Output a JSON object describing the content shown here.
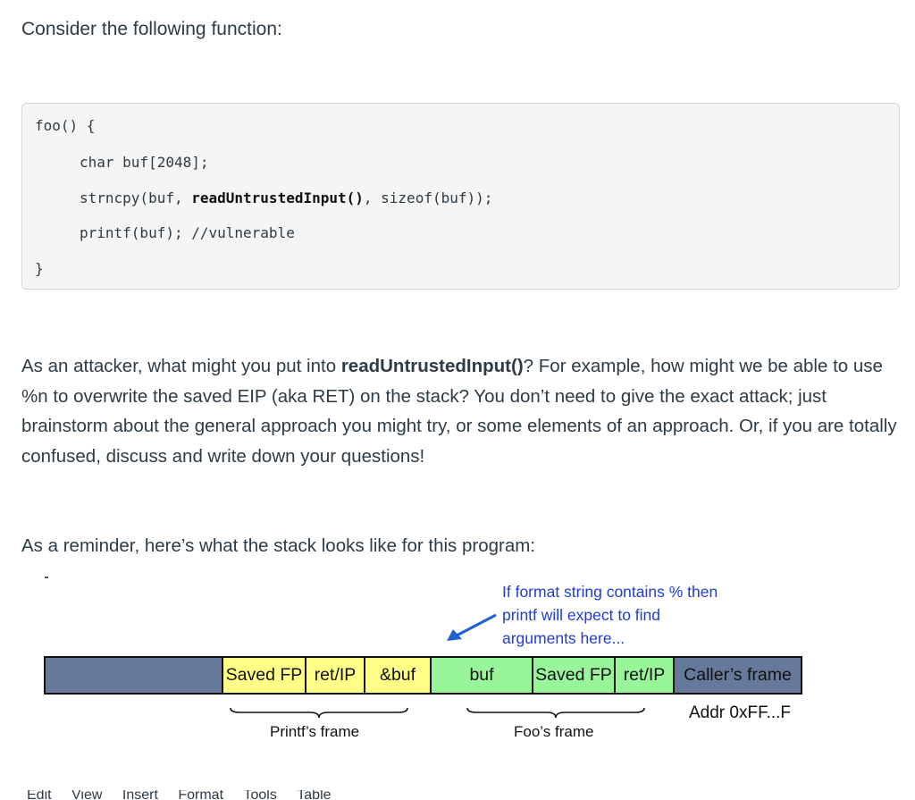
{
  "intro": "Consider the following function:",
  "code": {
    "line1": "foo() {",
    "line2": "char buf[2048];",
    "line3_pre": "strncpy(buf, ",
    "line3_bold": "readUntrustedInput()",
    "line3_post": ", sizeof(buf));",
    "line4": "printf(buf); //vulnerable",
    "line5": "}"
  },
  "question": {
    "pre": "As an attacker, what might you put into ",
    "bold": "readUntrustedInput()",
    "post": "? For example, how might we be able to use %n to overwrite the saved EIP (aka RET) on the stack? You don’t need to give the exact attack; just brainstorm about the general approach you might try, or some elements of an approach. Or, if you are totally confused, discuss and write down your questions!"
  },
  "reminder": "As a reminder, here’s what the stack looks like for this program:",
  "diagram": {
    "note_line1": "If format string contains % then",
    "note_line2": "printf will expect to find",
    "note_line3": "arguments here...",
    "cells": [
      {
        "label": "",
        "color": "#66799a"
      },
      {
        "label": "Saved FP",
        "color": "#ffff88"
      },
      {
        "label": "ret/IP",
        "color": "#ffff88"
      },
      {
        "label": "&buf",
        "color": "#ffff88"
      },
      {
        "label": "buf",
        "color": "#99f59a"
      },
      {
        "label": "Saved FP",
        "color": "#99f59a"
      },
      {
        "label": "ret/IP",
        "color": "#99f59a"
      },
      {
        "label": "Caller’s frame",
        "color": "#66799a"
      }
    ],
    "addr": "Addr 0xFF...F",
    "printf_frame": "Printf’s frame",
    "foo_frame": "Foo’s frame",
    "arrow_color": "#1f5fd6"
  },
  "editor_menu": [
    "Edit",
    "View",
    "Insert",
    "Format",
    "Tools",
    "Table"
  ]
}
